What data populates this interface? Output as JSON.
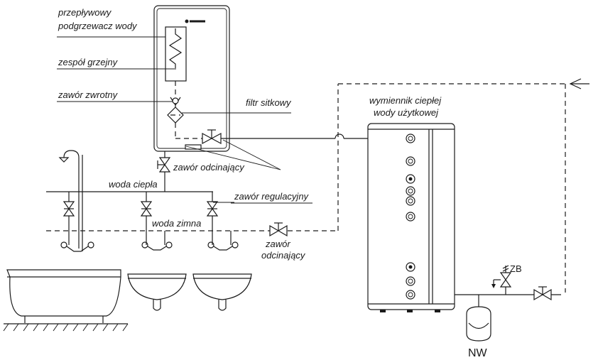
{
  "labels": {
    "flow_heater_line1": "przepływowy",
    "flow_heater_line2": "podgrzewacz wody",
    "heating_unit": "zespół grzejny",
    "check_valve": "zawór zwrotny",
    "strainer": "filtr sitkowy",
    "shutoff_valve_top": "zawór odcinający",
    "hot_water": "woda ciepła",
    "control_valve": "zawór regulacyjny",
    "cold_water": "woda zimna",
    "shutoff_valve_low_line1": "zawór",
    "shutoff_valve_low_line2": "odcinający",
    "exchanger_line1": "wymiennik ciepłej",
    "exchanger_line2": "wody użytkowej",
    "safety_valve": "ZB",
    "expansion_vessel": "NW"
  },
  "colors": {
    "line": "#1a1a1a",
    "background": "#ffffff"
  }
}
